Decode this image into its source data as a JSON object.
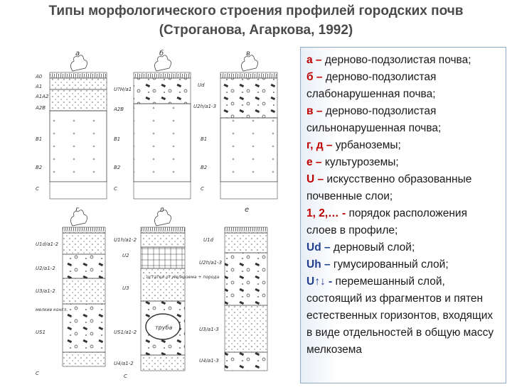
{
  "title": {
    "line1": "Типы морфологического строения профилей городских почв",
    "line2": "(Строганова, Агаркова, 1992)"
  },
  "figure": {
    "top_row": {
      "a": {
        "letter": "а",
        "horizons": [
          "A0",
          "A1",
          "A1A2",
          "A2B",
          "B1",
          "B2",
          "C"
        ]
      },
      "b": {
        "letter": "б",
        "horizons": [
          "U?H/a1",
          "A2B",
          "B1",
          "B2",
          "C"
        ]
      },
      "v": {
        "letter": "в",
        "horizons": [
          "Ud",
          "U2h/a1-3",
          "B1",
          "B2",
          "C"
        ]
      }
    },
    "bottom_row": {
      "g": {
        "letter": "г",
        "horizons": [
          "U1d/a1-2",
          "U2/a1-2",
          "U3/a1-2",
          "мелкие конгл.",
          "US1",
          "C"
        ]
      },
      "d": {
        "letter": "д",
        "horizons": [
          "U1h/a1-2",
          "U2",
          "U3",
          "US1/a1-2",
          "U4/a1-2",
          "C"
        ],
        "labels": [
          "остатки от мелкозема + порода",
          "труба"
        ]
      },
      "e": {
        "letter": "е",
        "horizons": [
          "U1d",
          "U2h/a1-3",
          "U3/a1-3",
          "U4/a1-3"
        ]
      }
    }
  },
  "legend": {
    "items": [
      {
        "key": "а –",
        "text": " дерново-подзолистая почва;"
      },
      {
        "key": "б –",
        "text": " дерново-подзолистая слабонарушенная почва;"
      },
      {
        "key": "в –",
        "text": " дерново-подзолистая сильнонарушенная почва;"
      },
      {
        "key": "г, д –",
        "text": " урбаноземы;"
      },
      {
        "key": "е –",
        "text": " культуроземы;"
      },
      {
        "key": "U –",
        "text": " искусственно образованные почвенные слои;"
      },
      {
        "key": "1, 2,… -",
        "text": " порядок расположения слоев в профиле;"
      },
      {
        "key": "Ud –",
        "text": " дерновый слой;"
      },
      {
        "key": "Uh –",
        "text": " гумусированный слой;"
      },
      {
        "key": "U↑↓ -",
        "text": " перемешанный слой, состоящий из фрагментов и пятен естественных горизонтов, входящих в виде отдельностей в общую массу мелкозема"
      }
    ],
    "colors": {
      "red": "#c00000",
      "blue": "#1f3f8f"
    }
  }
}
